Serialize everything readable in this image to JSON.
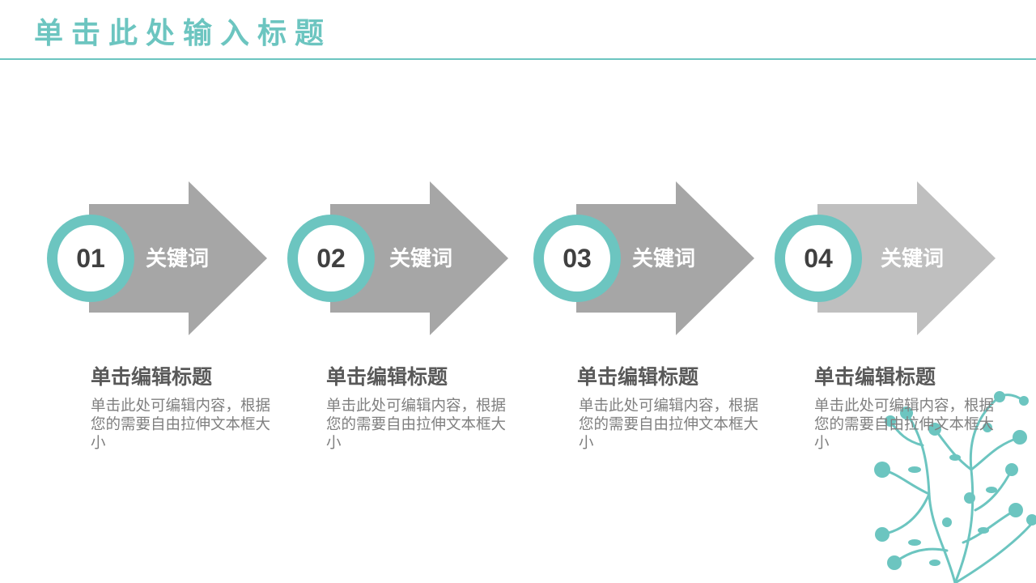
{
  "slide": {
    "title": "单击此处输入标题",
    "accent_color": "#6cc5c0"
  },
  "steps": [
    {
      "number": "01",
      "keyword": "关键词",
      "heading": "单击编辑标题",
      "body": "单击此处可编辑内容，根据您的需要自由拉伸文本框大小",
      "arrow_color": "#a6a6a6"
    },
    {
      "number": "02",
      "keyword": "关键词",
      "heading": "单击编辑标题",
      "body": "单击此处可编辑内容，根据您的需要自由拉伸文本框大小",
      "arrow_color": "#a6a6a6"
    },
    {
      "number": "03",
      "keyword": "关键词",
      "heading": "单击编辑标题",
      "body": "单击此处可编辑内容，根据您的需要自由拉伸文本框大小",
      "arrow_color": "#a6a6a6"
    },
    {
      "number": "04",
      "keyword": "关键词",
      "heading": "单击编辑标题",
      "body": "单击此处可编辑内容，根据您的需要自由拉伸文本框大小",
      "arrow_color": "#bfbfbf"
    }
  ],
  "decoration": {
    "icon": "floral-vine-icon",
    "color": "#6cc5c0"
  }
}
